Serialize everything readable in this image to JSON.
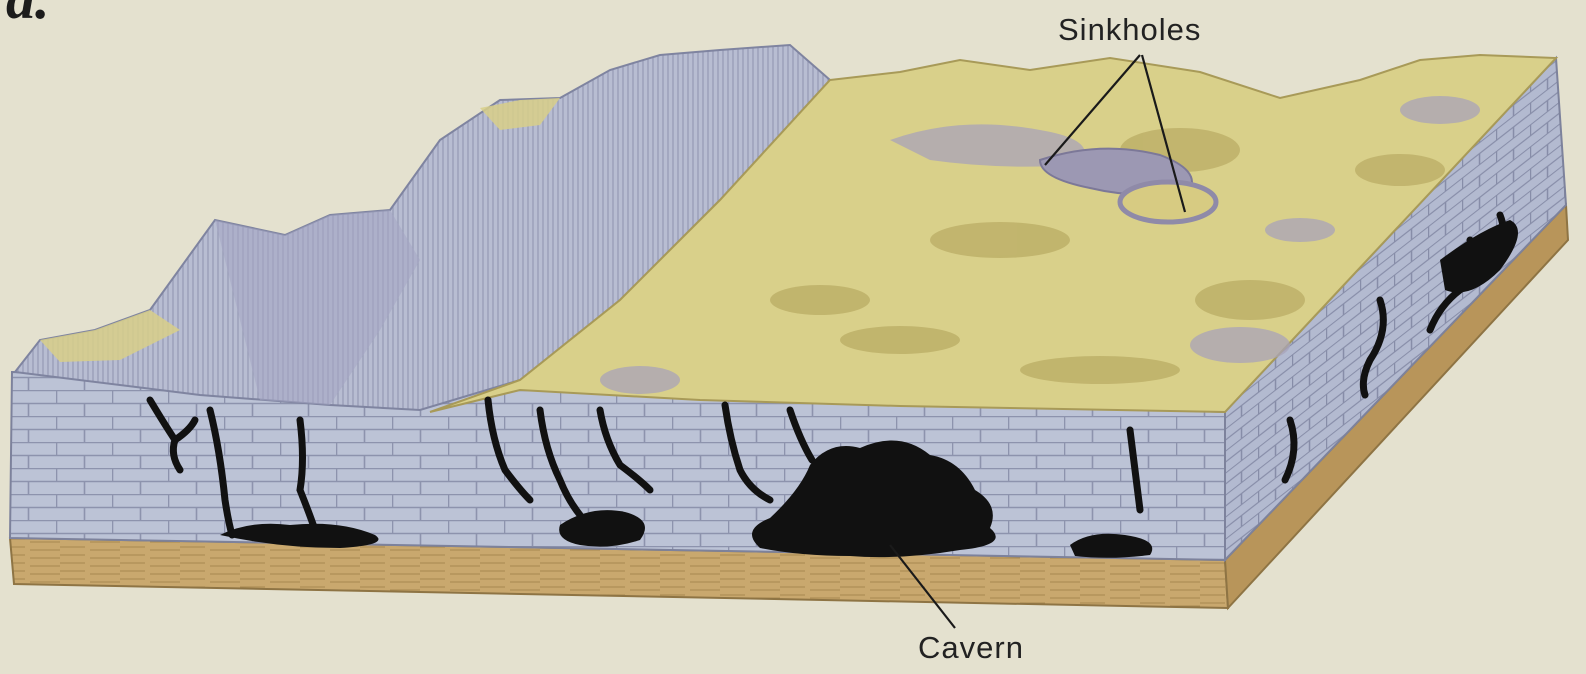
{
  "figure": {
    "panel_letter": "a.",
    "labels": {
      "sinkholes": "Sinkholes",
      "cavern": "Cavern"
    }
  },
  "colors": {
    "paper": "#e4e1cf",
    "limestone": "#b9c0d4",
    "limestone_shadow": "#9aa0b8",
    "surface": "#d9d08a",
    "surface_dark": "#b8aa62",
    "base_layer": "#c9a86e",
    "cavity": "#111111"
  }
}
